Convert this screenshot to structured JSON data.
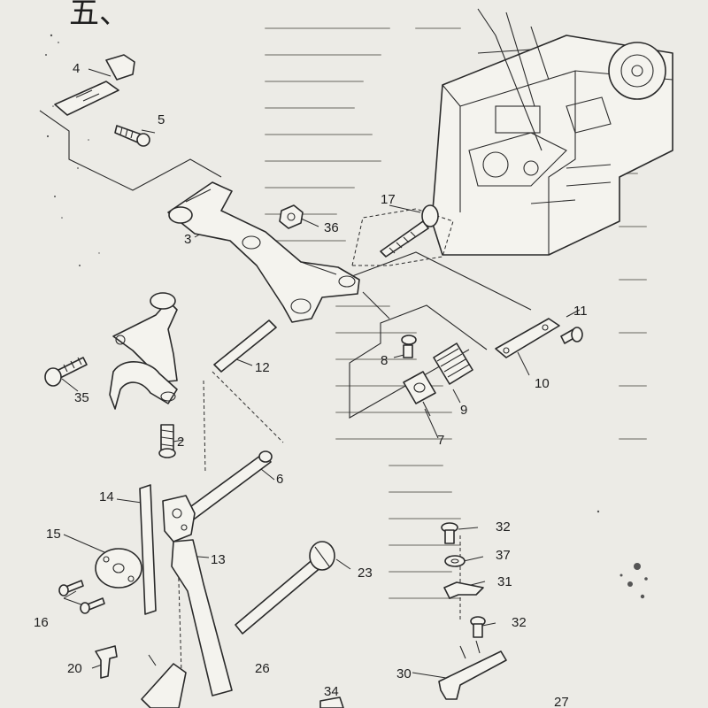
{
  "heading": "五、",
  "labels": [
    "4",
    "5",
    "3",
    "36",
    "17",
    "35",
    "12",
    "2",
    "8",
    "9",
    "7",
    "11",
    "10",
    "6",
    "14",
    "15",
    "13",
    "16",
    "23",
    "32",
    "37",
    "31",
    "32",
    "20",
    "26",
    "30",
    "34",
    "27"
  ]
}
